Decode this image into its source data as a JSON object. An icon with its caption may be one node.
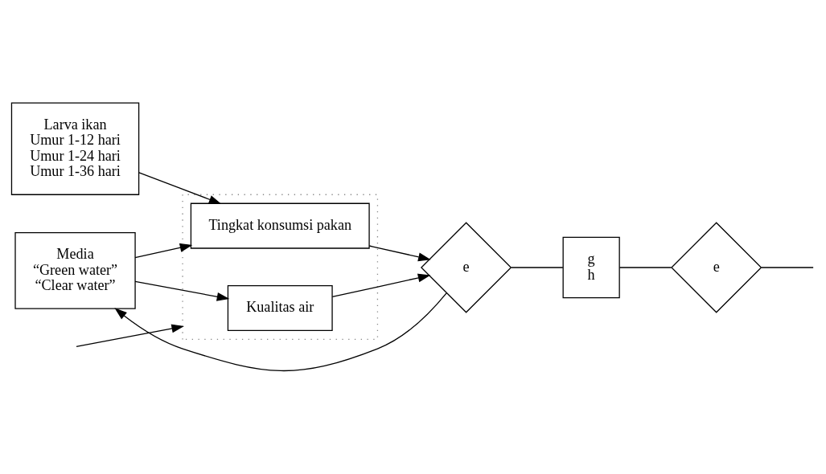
{
  "diagram": {
    "nodes": [
      {
        "text": [
          "Media",
          "“Green water”",
          "“Clear water”"
        ]
      },
      {
        "text": [],
        "shape": "box"
      },
      {
        "text": [
          "Kualitas air"
        ],
        "in": 1
      },
      {
        "text": [
          "Larva ikan",
          "Umur 1-12 hari",
          "Umur 1-24 hari",
          "Umur 1-36 hari"
        ]
      },
      {
        "text": [
          "Tingkat konsumsi pakan"
        ],
        "in": 1
      },
      {
        "text": [
          "e"
        ]
      },
      {
        "text": [
          "g",
          "h"
        ]
      },
      {
        "text": [
          "e"
        ]
      }
    ],
    "edges": [
      {
        "from": 0,
        "to": 2,
        "arrow": "to"
      },
      {
        "from": 0,
        "to": 4,
        "arrow": "to"
      },
      {
        "from": 3,
        "to": 4,
        "arrow": "to"
      },
      {
        "from": 2,
        "to": 5,
        "arrow": "to"
      },
      {
        "from": 4,
        "to": 5,
        "arrow": "to"
      },
      {
        "from": 5,
        "to": 0,
        "arrow": "to"
      },
      {
        "from": 5,
        "to": 6,
        "arrow": "none"
      },
      {
        "from": 6,
        "to": 7,
        "arrow": "none"
      },
      {
        "from": 7,
        "to": null,
        "arrow": "none"
      },
      {
        "from": null,
        "to": 1,
        "arrow": "to"
      }
    ]
  }
}
